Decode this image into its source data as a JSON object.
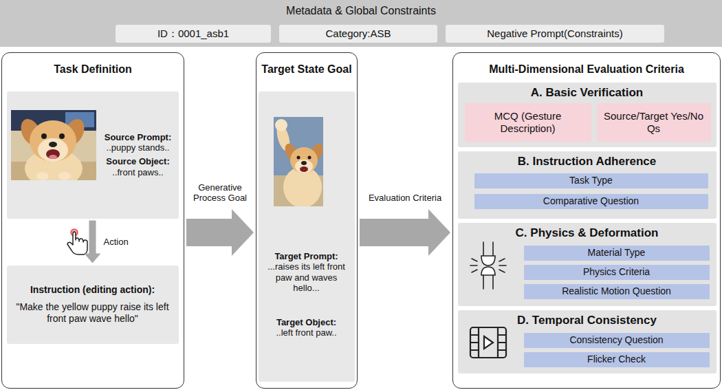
{
  "diagram": {
    "nodes": [
      {
        "text": [
          "Metadata & Global Constraints"
        ]
      },
      {
        "text": [
          "ID：0001_asb1"
        ],
        "in": 0
      },
      {
        "text": [
          "Category:ASB"
        ],
        "in": 0
      },
      {
        "text": [
          "Negative Prompt(Constraints)"
        ],
        "in": 0
      },
      {
        "text": [
          "Task Definition"
        ]
      },
      {
        "text": [
          "Source Prompt:",
          "..puppy stands..",
          "Source Object:",
          "..front paws.."
        ],
        "in": 4
      },
      {
        "text": [
          "Instruction (editing action):",
          "\"Make the yellow puppy raise its left front paw wave hello\""
        ],
        "in": 4
      },
      {
        "text": [
          "Target State Goal"
        ]
      },
      {
        "text": [
          "Target Prompt:",
          "...raises its left front paw and waves hello...",
          "Target Object:",
          "..left front paw.."
        ],
        "in": 7
      },
      {
        "text": [
          "Multi-Dimensional Evaluation Criteria"
        ]
      },
      {
        "text": [
          "A. Basic Verification"
        ],
        "in": 9
      },
      {
        "text": [
          "MCQ (Gesture Description)"
        ],
        "in": 10
      },
      {
        "text": [
          "Source/Target Yes/No Qs"
        ],
        "in": 10
      },
      {
        "text": [
          "B. Instruction Adherence"
        ],
        "in": 9
      },
      {
        "text": [
          "Task Type"
        ],
        "in": 13
      },
      {
        "text": [
          "Comparative Question"
        ],
        "in": 13
      },
      {
        "text": [
          "C. Physics & Deformation"
        ],
        "in": 9
      },
      {
        "text": [
          "Material Type"
        ],
        "in": 16
      },
      {
        "text": [
          "Physics Criteria"
        ],
        "in": 16
      },
      {
        "text": [
          "Realistic Motion Question"
        ],
        "in": 16
      },
      {
        "text": [
          "D. Temporal Consistency"
        ],
        "in": 9
      },
      {
        "text": [
          "Consistency Question"
        ],
        "in": 20
      },
      {
        "text": [
          "Flicker Check"
        ],
        "in": 20
      }
    ],
    "edges": [
      {
        "from": 5,
        "to": 6,
        "label": "Action",
        "arrow": "to"
      },
      {
        "from": 4,
        "to": 7,
        "label": "Generative Process Goal",
        "arrow": "to"
      },
      {
        "from": 7,
        "to": 9,
        "label": "Evaluation Criteria",
        "arrow": "to"
      }
    ]
  }
}
